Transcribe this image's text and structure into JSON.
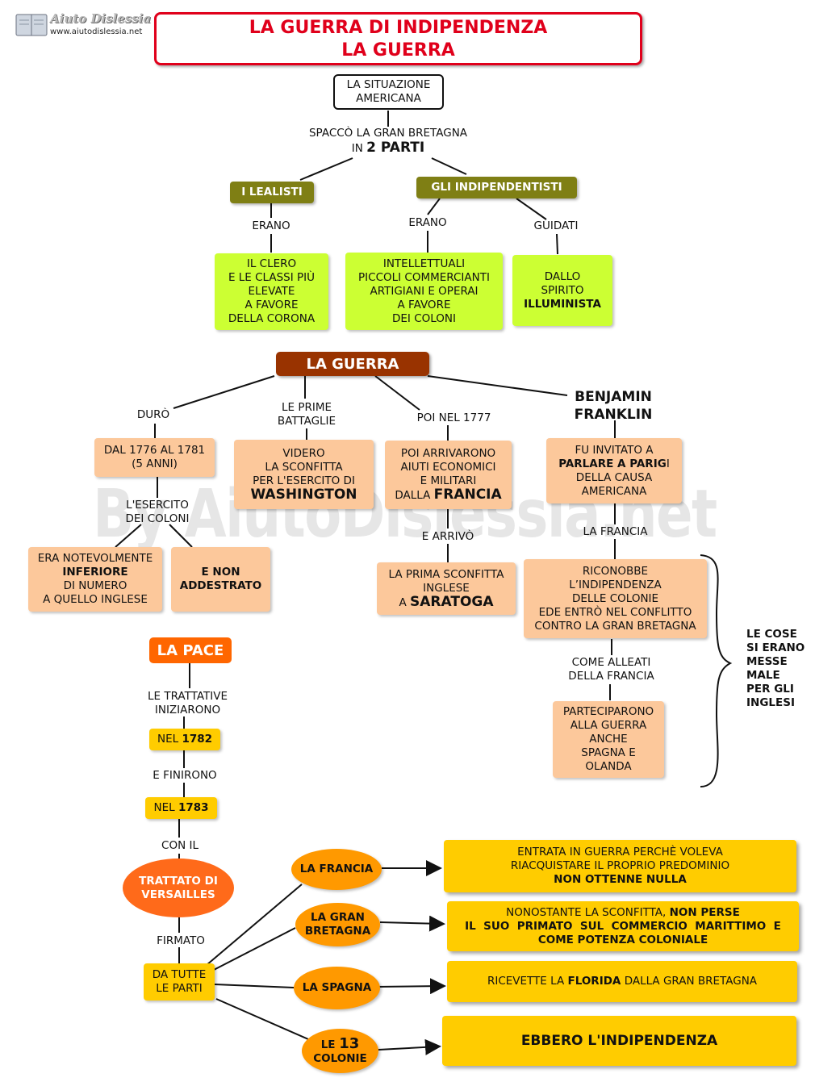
{
  "logo": {
    "brand": "Aiuto Dislessia",
    "url": "www.aiutodislessia.net"
  },
  "title": {
    "line1": "LA GUERRA DI INDIPENDENZA",
    "line2": "LA GUERRA"
  },
  "watermark": "By AiutoDislessia.net",
  "top": {
    "situazione": [
      "LA SITUAZIONE",
      "AMERICANA"
    ],
    "spacco": "SPACCÒ LA GRAN BRETAGNA",
    "in": "IN",
    "parti": "2 PARTI",
    "lealisti": "I LEALISTI",
    "indipendentisti": "GLI INDIPENDENTISTI",
    "erano1": "ERANO",
    "erano2": "ERANO",
    "guidati": "GUIDATI",
    "clero": [
      "IL CLERO",
      "E LE CLASSI PIÙ",
      "ELEVATE",
      "A FAVORE",
      "DELLA CORONA"
    ],
    "intellettuali": [
      "INTELLETTUALI",
      "PICCOLI COMMERCIANTI",
      "ARTIGIANI E OPERAI",
      "A FAVORE",
      "DEI COLONI"
    ],
    "spirito": [
      "DALLO",
      "SPIRITO"
    ],
    "illuminista": "ILLUMINISTA"
  },
  "guerra": {
    "title": "LA GUERRA",
    "duro": "DURÒ",
    "dal": [
      "DAL 1776 AL 1781",
      "(5 ANNI)"
    ],
    "esercito": [
      "L'ESERCITO",
      "DEI COLONI"
    ],
    "inferiore": {
      "l1": "ERA NOTEVOLMENTE",
      "bold": "INFERIORE",
      "l3": "DI NUMERO",
      "l4": "A QUELLO INGLESE"
    },
    "non": [
      "E NON",
      "ADDESTRATO"
    ],
    "prime": [
      "LE PRIME",
      "BATTAGLIE"
    ],
    "videro": [
      "VIDERO",
      "LA SCONFITTA",
      "PER L'ESERCITO DI"
    ],
    "washington": "WASHINGTON",
    "poi": "POI NEL 1777",
    "arrivarono": [
      "POI  ARRIVARONO",
      "AIUTI ECONOMICI",
      "E MILITARI"
    ],
    "dalla": "DALLA",
    "francia": "FRANCIA",
    "arrivo": "E ARRIVÒ",
    "sconfitta": [
      "LA PRIMA SCONFITTA",
      "INGLESE"
    ],
    "a": "A",
    "saratoga": "SARATOGA",
    "franklin": [
      "BENJAMIN",
      "FRANKLIN"
    ],
    "invitato": {
      "l1": "FU INVITATO A",
      "bold": "PARLARE A PARIG",
      "tail": "I",
      "l3": "DELLA CAUSA",
      "l4": "AMERICANA"
    },
    "lafrancia": "LA FRANCIA",
    "riconobbe": [
      "RICONOBBE",
      "L’INDIPENDENZA",
      "DELLE COLONIE",
      "EDE ENTRÒ NEL CONFLITTO",
      "CONTRO LA GRAN BRETAGNA"
    ],
    "alleati": [
      "COME ALLEATI",
      "DELLA FRANCIA"
    ],
    "parteciparono": [
      "PARTECIPARONO",
      "ALLA GUERRA",
      "ANCHE",
      "SPAGNA E",
      "OLANDA"
    ],
    "cose": [
      "LE COSE",
      "SI ERANO",
      "MESSE",
      "MALE",
      "PER GLI",
      "INGLESI"
    ]
  },
  "pace": {
    "title": "LA PACE",
    "trattative": [
      "LE TRATTATIVE",
      "INIZIARONO"
    ],
    "nel1": "NEL",
    "y1782": "1782",
    "finirono": "E FINIRONO",
    "nel2": "NEL",
    "y1783": "1783",
    "conil": "CON IL",
    "trattato": [
      "TRATTATO DI",
      "VERSAILLES"
    ],
    "firmato": "FIRMATO",
    "tutte": [
      "DA TUTTE",
      "LE PARTI"
    ],
    "francia": "LA FRANCIA",
    "granbretagna": [
      "LA GRAN",
      "BRETAGNA"
    ],
    "spagna": "LA SPAGNA",
    "le": "LE",
    "n13": "13",
    "colonie": "COLONIE",
    "res_francia": {
      "l1": "ENTRATA IN GUERRA PERCHÈ VOLEVA",
      "l2": "RIACQUISTARE IL PROPRIO PREDOMINIO",
      "bold": "NON OTTENNE NULLA"
    },
    "res_gb": {
      "pre": "NONOSTANTE LA SCONFITTA,",
      "bold": "NON PERSE",
      "l2": "IL  SUO  PRIMATO  SUL  COMMERCIO  MARITTIMO  E",
      "l3": "COME POTENZA COLONIALE"
    },
    "res_spagna": {
      "pre": "RICEVETTE LA",
      "bold": "FLORIDA",
      "post": "DALLA GRAN BRETAGNA"
    },
    "res_colonie": "EBBERO L'INDIPENDENZA"
  }
}
